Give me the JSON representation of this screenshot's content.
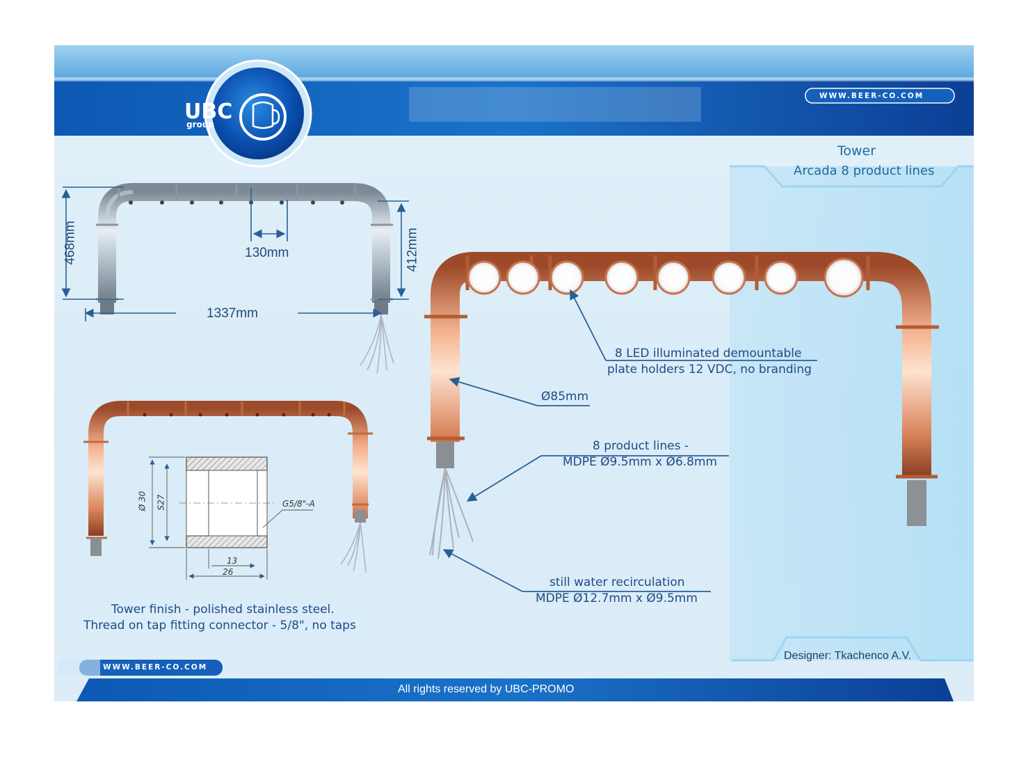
{
  "header": {
    "logo_main": "UBC",
    "logo_sub": "group",
    "url": "WWW.BEER-CO.COM"
  },
  "title": {
    "line1": "Tower",
    "line2": "Arcada 8 product lines"
  },
  "dimensions": {
    "height_left": "468mm",
    "height_right": "412mm",
    "tap_spacing": "130mm",
    "width": "1337mm"
  },
  "connector": {
    "d_outer": "Ø 30",
    "d_inner": "S27",
    "thread": "G5/8\"-A",
    "len_small": "13",
    "len_total": "26"
  },
  "annotations": {
    "led_line1": "8 LED illuminated demountable",
    "led_line2": "plate holders 12 VDC, no branding",
    "diameter": "Ø85mm",
    "lines_line1": "8 product lines -",
    "lines_line2": "MDPE Ø9.5mm  x  Ø6.8mm",
    "recirc_line1": "still water recirculation",
    "recirc_line2": "MDPE Ø12.7mm  x  Ø9.5mm"
  },
  "finish": {
    "line1": "Tower finish - polished stainless steel.",
    "line2": "Thread on tap fitting connector - 5/8\", no taps"
  },
  "footer": {
    "url": "WWW.BEER-CO.COM",
    "rights": "All rights reserved by UBC-PROMO",
    "designer": "Designer: Tkachenco A.V."
  },
  "colors": {
    "header_blue": "#0d4fa6",
    "copper": "#d9825a",
    "annotation_line": "#2a5f95"
  }
}
